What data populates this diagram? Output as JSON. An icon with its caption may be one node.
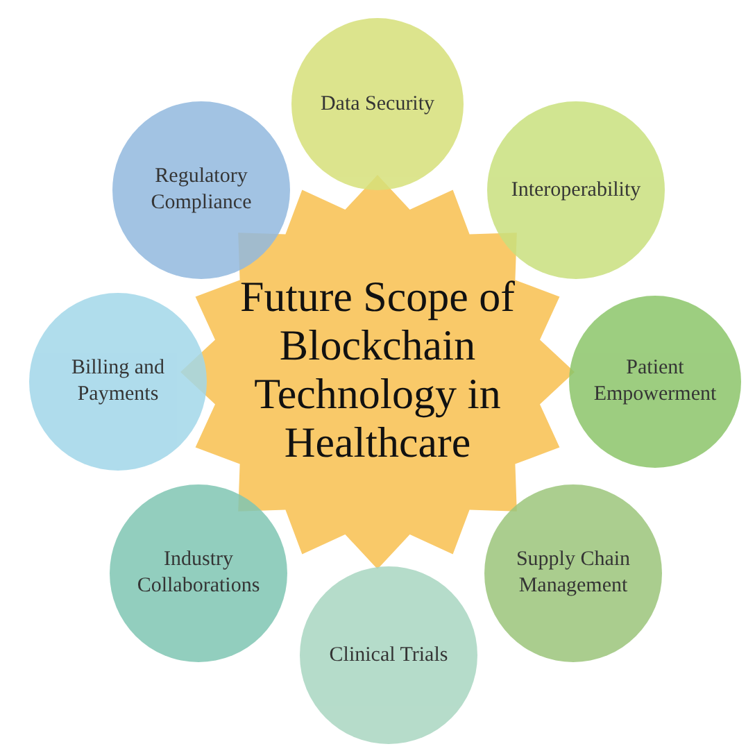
{
  "diagram": {
    "nodes": [
      {
        "text": [
          "Future Scope of Blockchain Technology in Healthcare"
        ]
      },
      {
        "text": [
          "Data Security"
        ]
      },
      {
        "text": [
          "Interoperability"
        ]
      },
      {
        "text": [
          "Patient Empowerment"
        ]
      },
      {
        "text": [
          "Supply Chain Management"
        ]
      },
      {
        "text": [
          "Clinical Trials"
        ]
      },
      {
        "text": [
          "Industry Collaborations"
        ]
      },
      {
        "text": [
          "Billing and Payments"
        ]
      },
      {
        "text": [
          "Regulatory Compliance"
        ]
      }
    ]
  }
}
